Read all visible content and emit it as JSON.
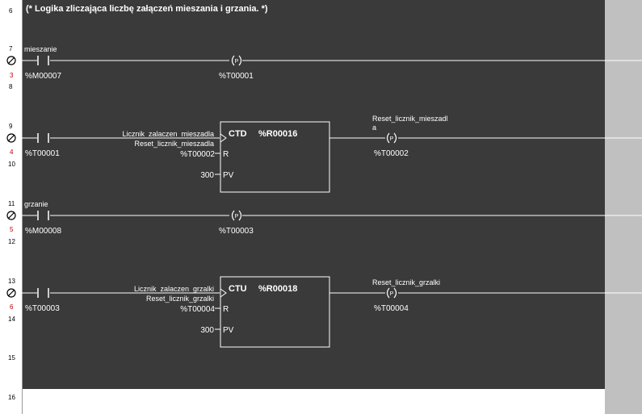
{
  "comment": "(* Logika zliczająca liczbę załączeń mieszania i grzania. *)",
  "line_numbers": [
    "6",
    "7",
    "3",
    "8",
    "9",
    "4",
    "10",
    "11",
    "5",
    "12",
    "13",
    "6",
    "14",
    "15",
    "16"
  ],
  "rung1": {
    "contact_var": "mieszanie",
    "contact_addr": "%M00007",
    "coil_addr": "%T00001",
    "coil_sym": "P"
  },
  "rung2": {
    "contact_addr": "%T00001",
    "block_type": "CTD",
    "block_addr": "%R00016",
    "in_label": "Licznik_zalaczen_mieszadla",
    "r_label": "Reset_licznik_mieszadla",
    "r_addr": "%T00002",
    "r_pin": "R",
    "pv_value": "300",
    "pv_pin": "PV",
    "coil_var_line1": "Reset_licznik_mieszadl",
    "coil_var_line2": "a",
    "coil_addr": "%T00002",
    "coil_sym": "P"
  },
  "rung3": {
    "contact_var": "grzanie",
    "contact_addr": "%M00008",
    "coil_addr": "%T00003",
    "coil_sym": "P"
  },
  "rung4": {
    "contact_addr": "%T00003",
    "block_type": "CTU",
    "block_addr": "%R00018",
    "in_label": "Licznik_zalaczen_grzalki",
    "r_label": "Reset_licznik_grzalki",
    "r_addr": "%T00004",
    "r_pin": "R",
    "pv_value": "300",
    "pv_pin": "PV",
    "coil_var": "Reset_licznik_grzalki",
    "coil_addr": "%T00004",
    "coil_sym": "P"
  }
}
